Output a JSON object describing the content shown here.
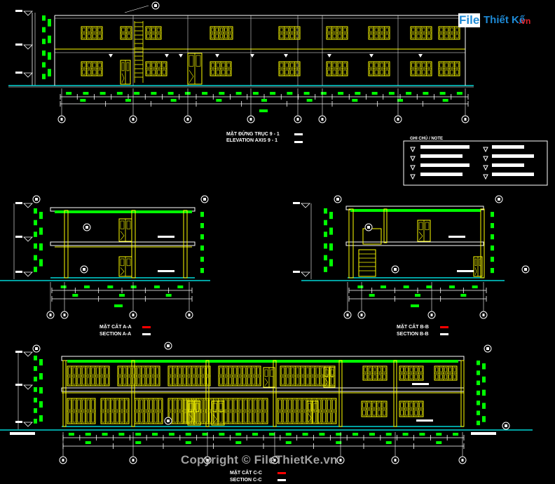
{
  "brand": {
    "logo_file": "File",
    "logo_rest": "Thiết Kế",
    "logo_tld": ".vn",
    "logo_color_blue": "#1e8ad6",
    "logo_color_red": "#e0242a"
  },
  "watermark": {
    "copyright": "Copyright © FileThietKe.vn"
  },
  "views": {
    "elevation": {
      "title_vn": "MẶT ĐỨNG TRỤC 9 - 1",
      "title_en": "ELEVATION AXIS 9 - 1"
    },
    "section_aa": {
      "title_vn": "MẶT CẮT A-A",
      "title_en": "SECTION A-A"
    },
    "section_bb": {
      "title_vn": "MẶT CẮT B-B",
      "title_en": "SECTION B-B"
    },
    "section_cc": {
      "title_vn": "MẶT CẮT C-C",
      "title_en": "SECTION C-C"
    }
  },
  "legend": {
    "title": "GHI CHÚ / NOTE"
  },
  "colors": {
    "green": "#00ff00",
    "yellow": "#ffff00",
    "cyan": "#00ffff",
    "white": "#ffffff",
    "red": "#ff0000"
  }
}
